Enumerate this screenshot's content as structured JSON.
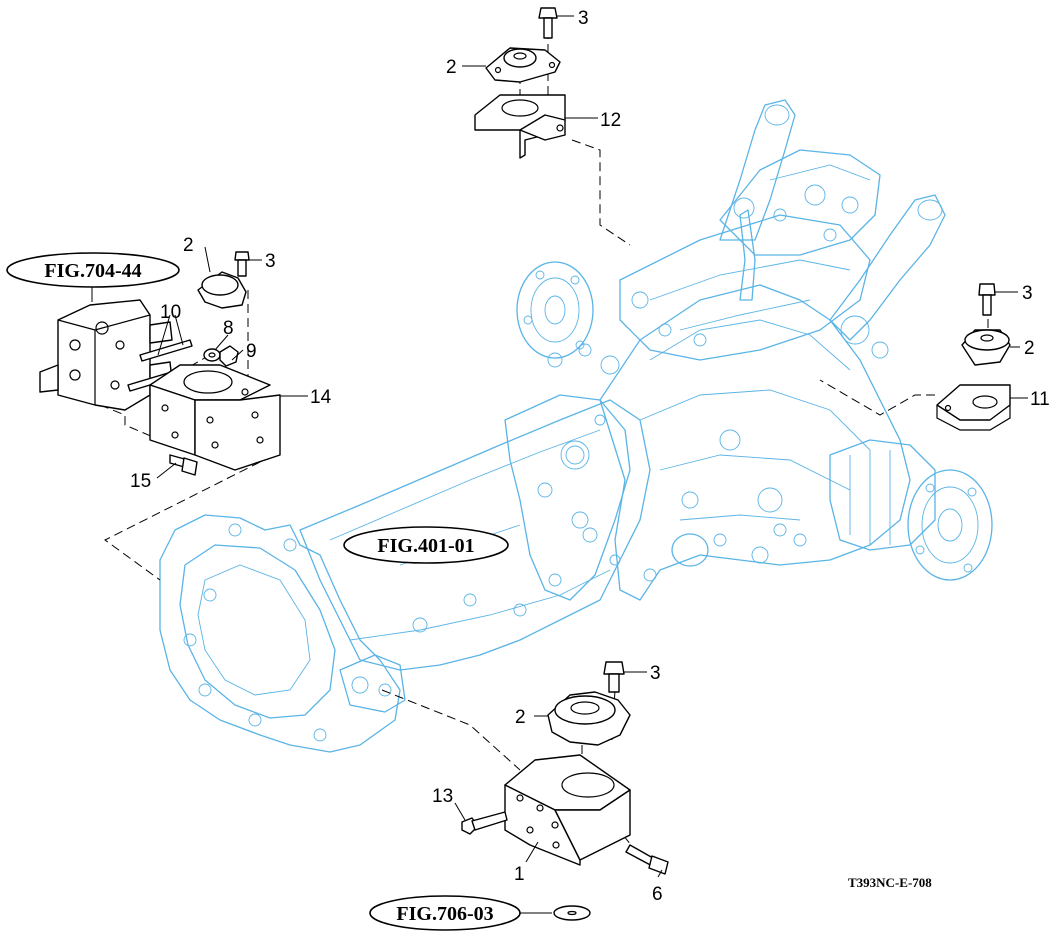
{
  "diagram": {
    "callouts": [
      {
        "id": "c3a",
        "text": "3"
      },
      {
        "id": "c2a",
        "text": "2"
      },
      {
        "id": "c12",
        "text": "12"
      },
      {
        "id": "c2b",
        "text": "2"
      },
      {
        "id": "c3b",
        "text": "3"
      },
      {
        "id": "c10",
        "text": "10"
      },
      {
        "id": "c8",
        "text": "8"
      },
      {
        "id": "c9",
        "text": "9"
      },
      {
        "id": "c14",
        "text": "14"
      },
      {
        "id": "c15",
        "text": "15"
      },
      {
        "id": "c3c",
        "text": "3"
      },
      {
        "id": "c2c",
        "text": "2"
      },
      {
        "id": "c11",
        "text": "11"
      },
      {
        "id": "c3d",
        "text": "3"
      },
      {
        "id": "c2d",
        "text": "2"
      },
      {
        "id": "c13",
        "text": "13"
      },
      {
        "id": "c1",
        "text": "1"
      },
      {
        "id": "c6",
        "text": "6"
      }
    ],
    "figure_refs": {
      "fig_704_44": "FIG.704-44",
      "fig_401_01": "FIG.401-01",
      "fig_706_03": "FIG.706-03"
    },
    "drawing_code": "T393NC-E-708",
    "colors": {
      "assembly_line": "#5ab4e6",
      "parts_line": "#000000",
      "background": "#ffffff"
    }
  }
}
